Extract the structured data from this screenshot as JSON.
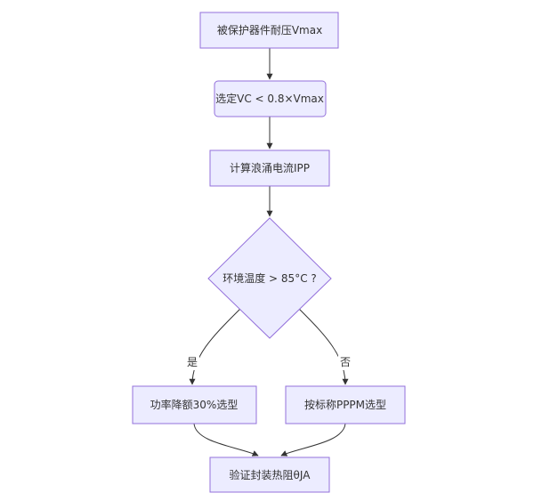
{
  "colors": {
    "node_fill": "#ECECFF",
    "node_border": "#9370DB",
    "edge": "#333333",
    "text": "#333333"
  },
  "nodes": {
    "vmax": "被保护器件耐压Vmax",
    "vc": "选定VC < 0.8×Vmax",
    "ipp": "计算浪涌电流IPP",
    "temp": "环境温度 > 85°C ?",
    "derate": "功率降额30%选型",
    "pppm": "按标称PPPM选型",
    "verify": "验证封装热阻θJA"
  },
  "edges": {
    "yes": "是",
    "no": "否"
  }
}
